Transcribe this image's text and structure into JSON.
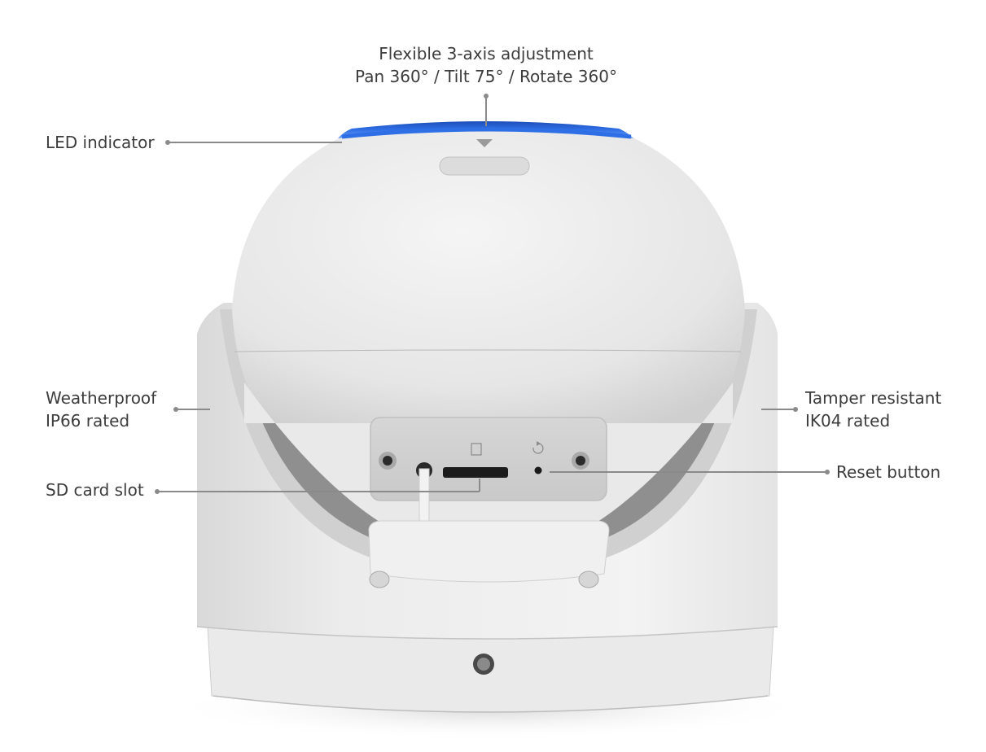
{
  "diagram": {
    "subject": "Pan-tilt security camera, rear view",
    "callouts": [
      {
        "id": "adjustment",
        "lines": [
          "Flexible 3-axis adjustment",
          "Pan 360° / Tilt 75° / Rotate 360°"
        ]
      },
      {
        "id": "led",
        "lines": [
          "LED indicator"
        ]
      },
      {
        "id": "weatherproof",
        "lines": [
          "Weatherproof",
          "IP66 rated"
        ]
      },
      {
        "id": "sd",
        "lines": [
          "SD card slot"
        ]
      },
      {
        "id": "tamper",
        "lines": [
          "Tamper resistant",
          "IK04 rated"
        ]
      },
      {
        "id": "reset",
        "lines": [
          "Reset button"
        ]
      }
    ],
    "port_panel_icons": [
      "sd-card-icon",
      "reset-rotate-icon"
    ],
    "colors": {
      "led_ring": "#2f6fe6",
      "body": "#eeeeee",
      "leader_line": "#8a8a8a",
      "text": "#3c3c3c"
    }
  }
}
